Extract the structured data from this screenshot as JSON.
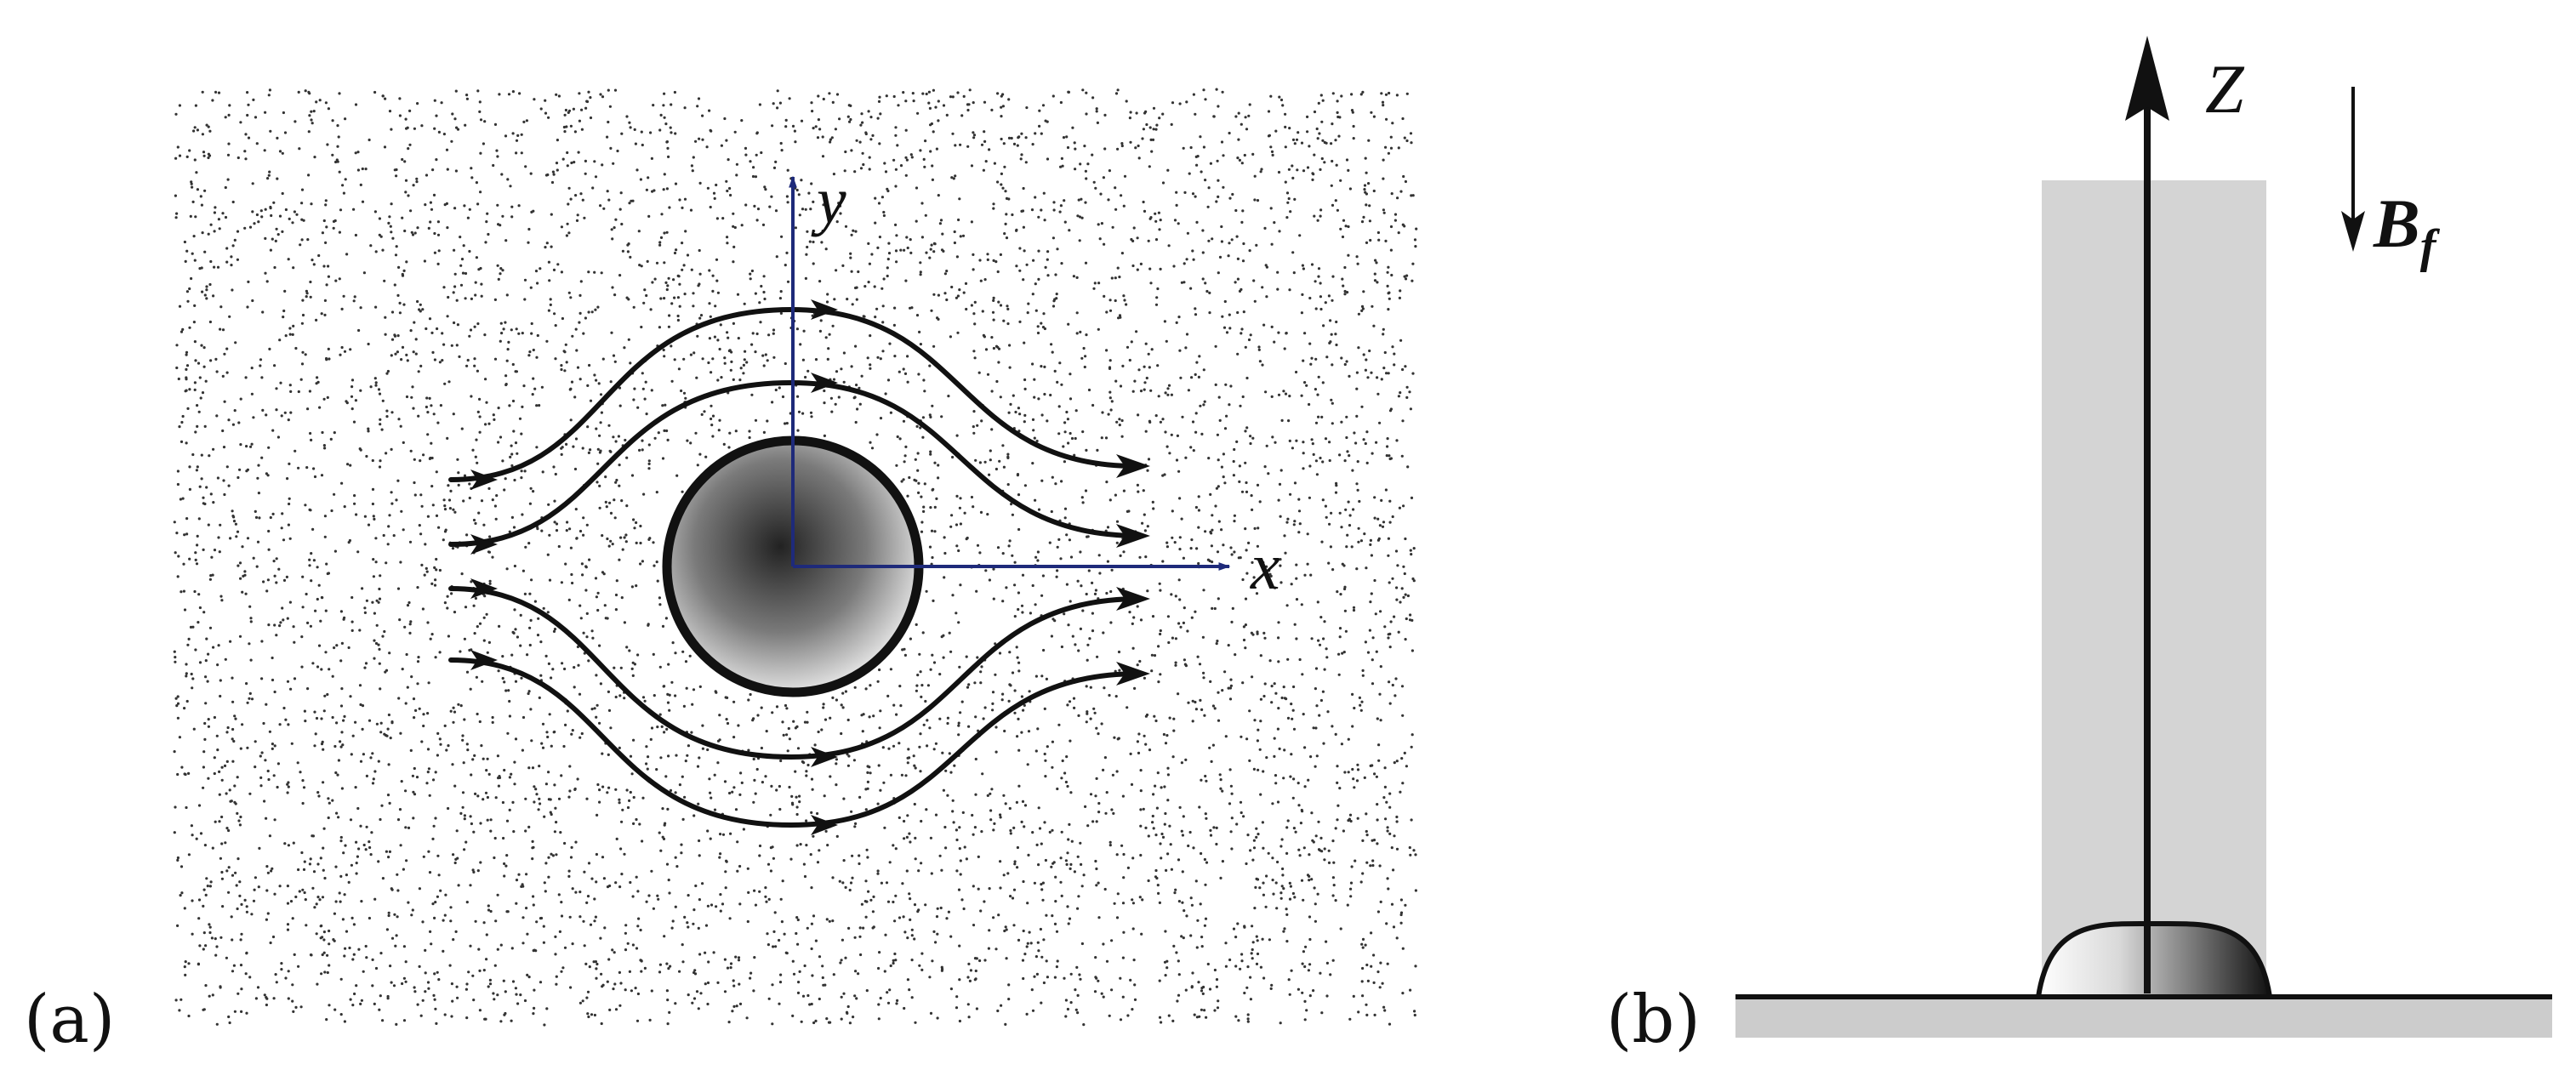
{
  "panels": {
    "a": {
      "label": "(a)",
      "axis_x_label": "x",
      "axis_y_label": "y"
    },
    "b": {
      "label": "(b)",
      "axis_z_label": "Z",
      "field_label_main": "B",
      "field_label_sub": "f"
    }
  },
  "colors": {
    "axis_blue": "#1e2a7a",
    "streamline": "#111111",
    "column_gray": "#d4d4d4",
    "substrate_gray": "#cccccc"
  },
  "icons": {
    "streamline_arrow": "arrow-right",
    "field_arrow": "arrow-down"
  }
}
